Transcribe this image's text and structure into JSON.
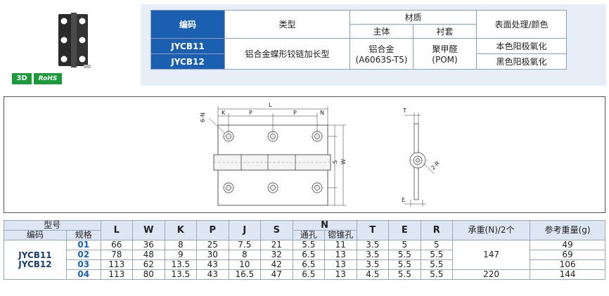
{
  "badges": {
    "threed": "3D",
    "rohs": "RoHS"
  },
  "top_table": {
    "col_code": "编码",
    "col_type": "类型",
    "col_material": "材质",
    "col_body": "主体",
    "col_bushing": "衬套",
    "col_surface": "表面处理/颜色",
    "code1": "JYCB11",
    "code2": "JYCB12",
    "type_value": "铝合金蝶形铰链加长型",
    "body_material_line1": "铝合金",
    "body_material_line2": "(A6063S-T5)",
    "bushing_line1": "聚甲醛",
    "bushing_line2": "(POM)",
    "surface1": "本色阳极氧化",
    "surface2": "黑色阳极氧化"
  },
  "drawing": {
    "L": "L",
    "K": "K",
    "P1": "P",
    "P2": "P",
    "N": "N",
    "S": "S",
    "W": "W",
    "sixN": "6-N",
    "T": "T",
    "twoR": "2-R",
    "E": "E"
  },
  "spec_table": {
    "headers": {
      "model": "型号",
      "code": "编码",
      "size": "规格",
      "L": "L",
      "W": "W",
      "K": "K",
      "P": "P",
      "J": "J",
      "S": "S",
      "N": "N",
      "through": "通孔",
      "counter": "锪锥孔",
      "T": "T",
      "E": "E",
      "R": "R",
      "load": "承重(N)/2个",
      "weight": "参考重量(g)"
    },
    "model_line1": "JYCB11",
    "model_line2": "JYCB12",
    "load_a": "147",
    "load_b": "220",
    "rows": [
      {
        "size": "01",
        "L": "66",
        "W": "36",
        "K": "8",
        "P": "25",
        "J": "7.5",
        "S": "21",
        "N1": "5.5",
        "N2": "11",
        "T": "3.5",
        "E": "5",
        "R": "5",
        "weight": "49"
      },
      {
        "size": "02",
        "L": "78",
        "W": "48",
        "K": "9",
        "P": "30",
        "J": "8",
        "S": "32",
        "N1": "6.5",
        "N2": "13",
        "T": "3.5",
        "E": "5.5",
        "R": "5.5",
        "weight": "69"
      },
      {
        "size": "03",
        "L": "113",
        "W": "62",
        "K": "13.5",
        "P": "43",
        "J": "10",
        "S": "42",
        "N1": "6.5",
        "N2": "13",
        "T": "3.5",
        "E": "5.5",
        "R": "5.5",
        "weight": "106"
      },
      {
        "size": "04",
        "L": "113",
        "W": "80",
        "K": "13.5",
        "P": "43",
        "J": "16.5",
        "S": "47",
        "N1": "6.5",
        "N2": "13",
        "T": "4.5",
        "E": "5.5",
        "R": "5.5",
        "weight": "144"
      }
    ]
  },
  "colors": {
    "header_blue": "#1b5fb0",
    "panel_bg": "#e8eef7",
    "badge_green": "#1e9a3c"
  }
}
